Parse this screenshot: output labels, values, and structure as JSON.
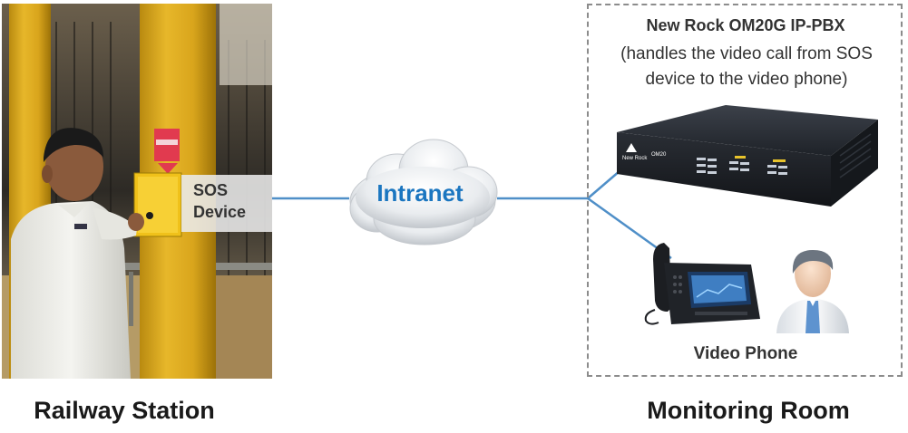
{
  "left_panel": {
    "caption": "Railway Station",
    "sos_label_line1": "SOS",
    "sos_label_line2": "Device"
  },
  "network": {
    "label": "Intranet",
    "label_color": "#1b76c0",
    "line_color": "#4f8fc8"
  },
  "right_panel": {
    "caption": "Monitoring Room",
    "pbx_title": "New Rock OM20G IP-PBX",
    "pbx_description": "(handles the video call from SOS device to the video phone)",
    "phone_label": "Video Phone",
    "pbx_brand": "New Rock",
    "pbx_model": "OM20"
  }
}
